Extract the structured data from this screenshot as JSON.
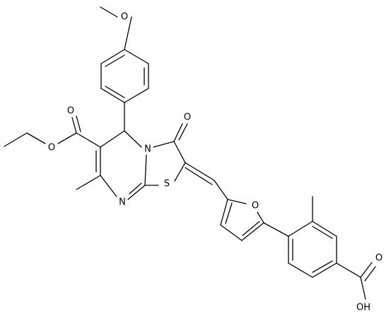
{
  "molecule": {
    "atom_labels": {
      "methoxy_o": "O",
      "ester_carbonyl_o": "O",
      "ester_ether_o": "O",
      "ketone_o": "O",
      "ring_n": "N",
      "imine_n": "N",
      "ring_s": "S",
      "furan_o": "O",
      "acid_carbonyl_o": "O",
      "acid_hydroxyl": "OH"
    }
  }
}
